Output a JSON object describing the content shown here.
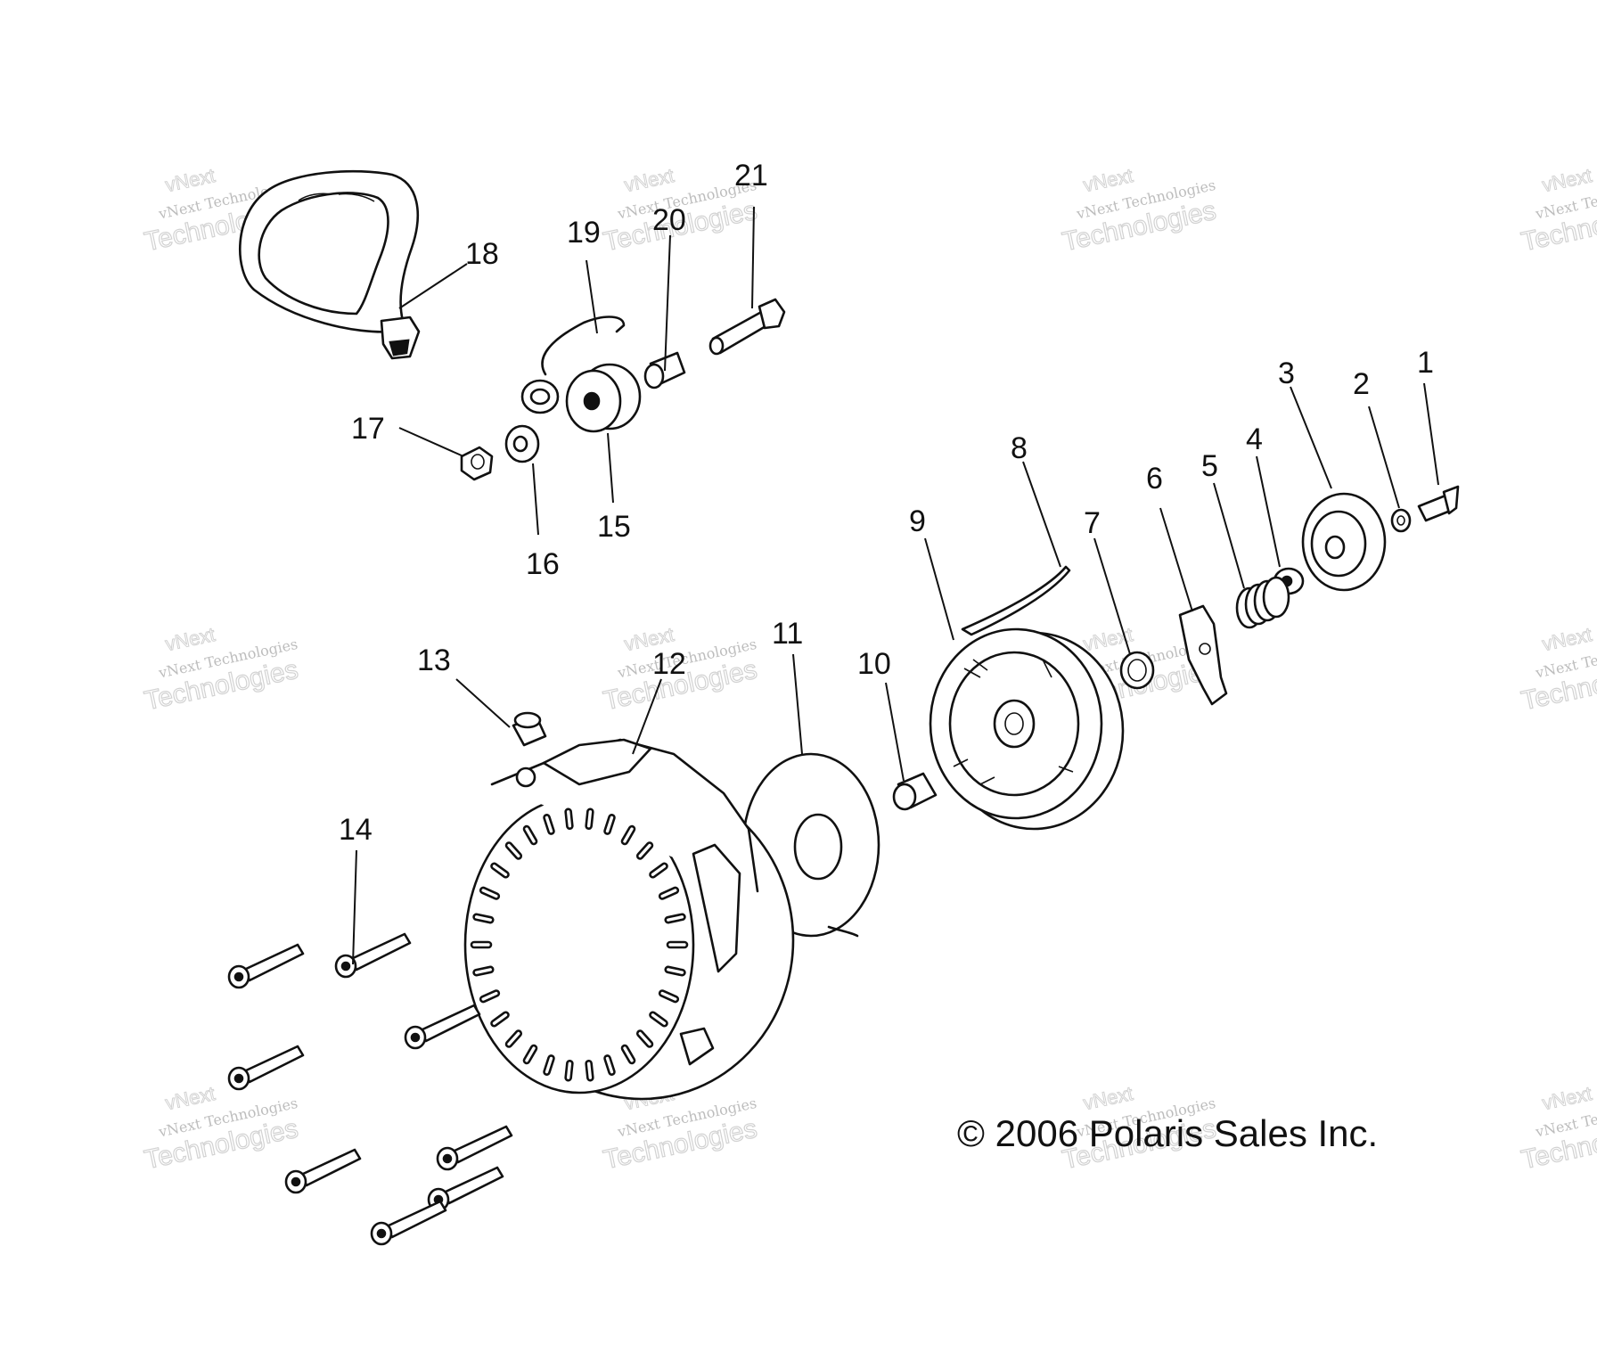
{
  "diagram": {
    "copyright": "© 2006 Polaris Sales Inc.",
    "watermark": {
      "line1": "vNext Technologies",
      "line2": "Technologies",
      "line3": "vNext"
    },
    "callouts": [
      "1",
      "2",
      "3",
      "4",
      "5",
      "6",
      "7",
      "8",
      "9",
      "10",
      "11",
      "12",
      "13",
      "14",
      "15",
      "16",
      "17",
      "18",
      "19",
      "20",
      "21"
    ]
  }
}
